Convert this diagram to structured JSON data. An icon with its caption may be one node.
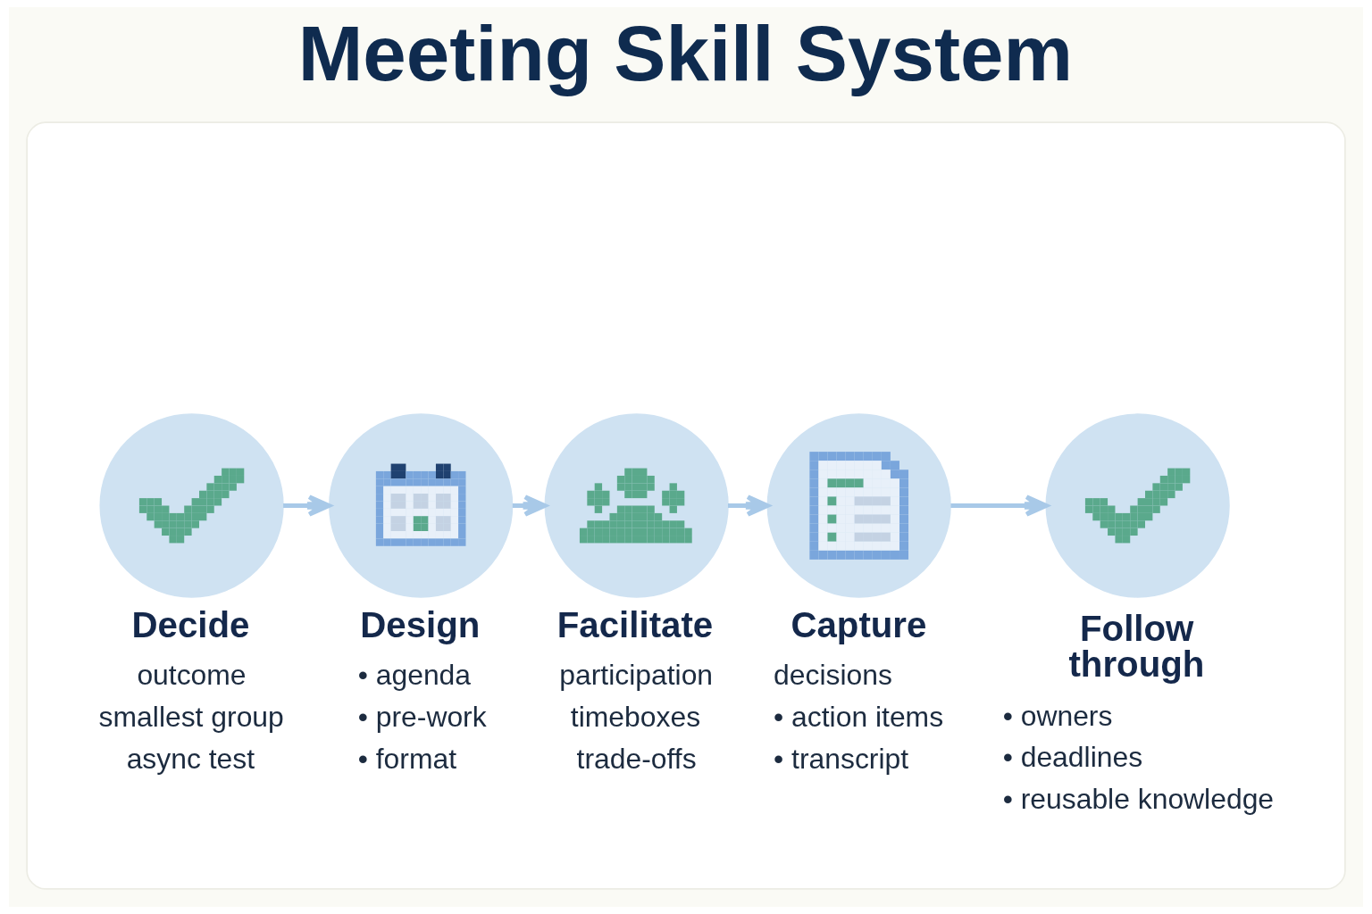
{
  "diagram": {
    "title": "Meeting Skill System",
    "nodes": [
      {
        "text": [],
        "shape": "box"
      },
      {
        "text": [
          "Decide",
          "outcome",
          "smallest group",
          "async test"
        ],
        "in": 0
      },
      {
        "text": [
          "Design",
          "• agenda",
          "• pre-work",
          "• format"
        ],
        "in": 0
      },
      {
        "text": [
          "Facilitate",
          "participation",
          "timeboxes",
          "trade-offs"
        ],
        "in": 0
      },
      {
        "text": [
          "Capture",
          "decisions",
          "• action items",
          "• transcript"
        ],
        "in": 0
      },
      {
        "text": [
          "Follow through",
          "• owners",
          "• deadlines",
          "• reusable knowledge"
        ],
        "in": 0
      }
    ],
    "edges": [
      {
        "from": 1,
        "to": 2,
        "arrow": "to"
      },
      {
        "from": 2,
        "to": 3,
        "arrow": "to"
      },
      {
        "from": 3,
        "to": 4,
        "arrow": "to"
      },
      {
        "from": 4,
        "to": 5,
        "arrow": "to"
      }
    ]
  }
}
